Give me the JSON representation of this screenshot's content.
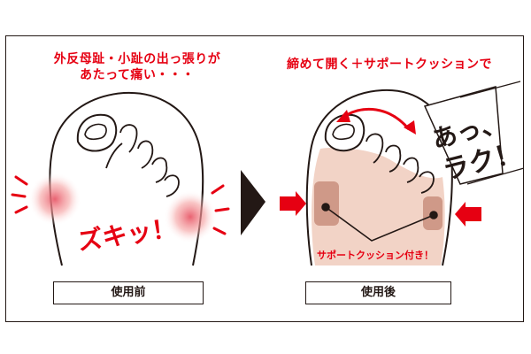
{
  "before": {
    "caption_line1": "外反母趾・小趾の出っ張りが",
    "caption_line2": "あたって痛い・・・",
    "pain_text": "ズキッ！",
    "label": "使用前"
  },
  "after": {
    "caption": "締めて開く＋サポートクッションで",
    "cushion_text": "サポートクッション付き！",
    "relief_line1": "あっ、",
    "relief_line2": "ラク！",
    "label": "使用後"
  },
  "colors": {
    "accent_red": "#e60012",
    "ink": "#231815",
    "skin": "#f2d3c6",
    "cushion": "#c98e7c",
    "glow": "#f5a0a0"
  },
  "icons": [
    "arrow-right-icon",
    "double-headed-arrow-icon",
    "pain-burst-icon"
  ]
}
